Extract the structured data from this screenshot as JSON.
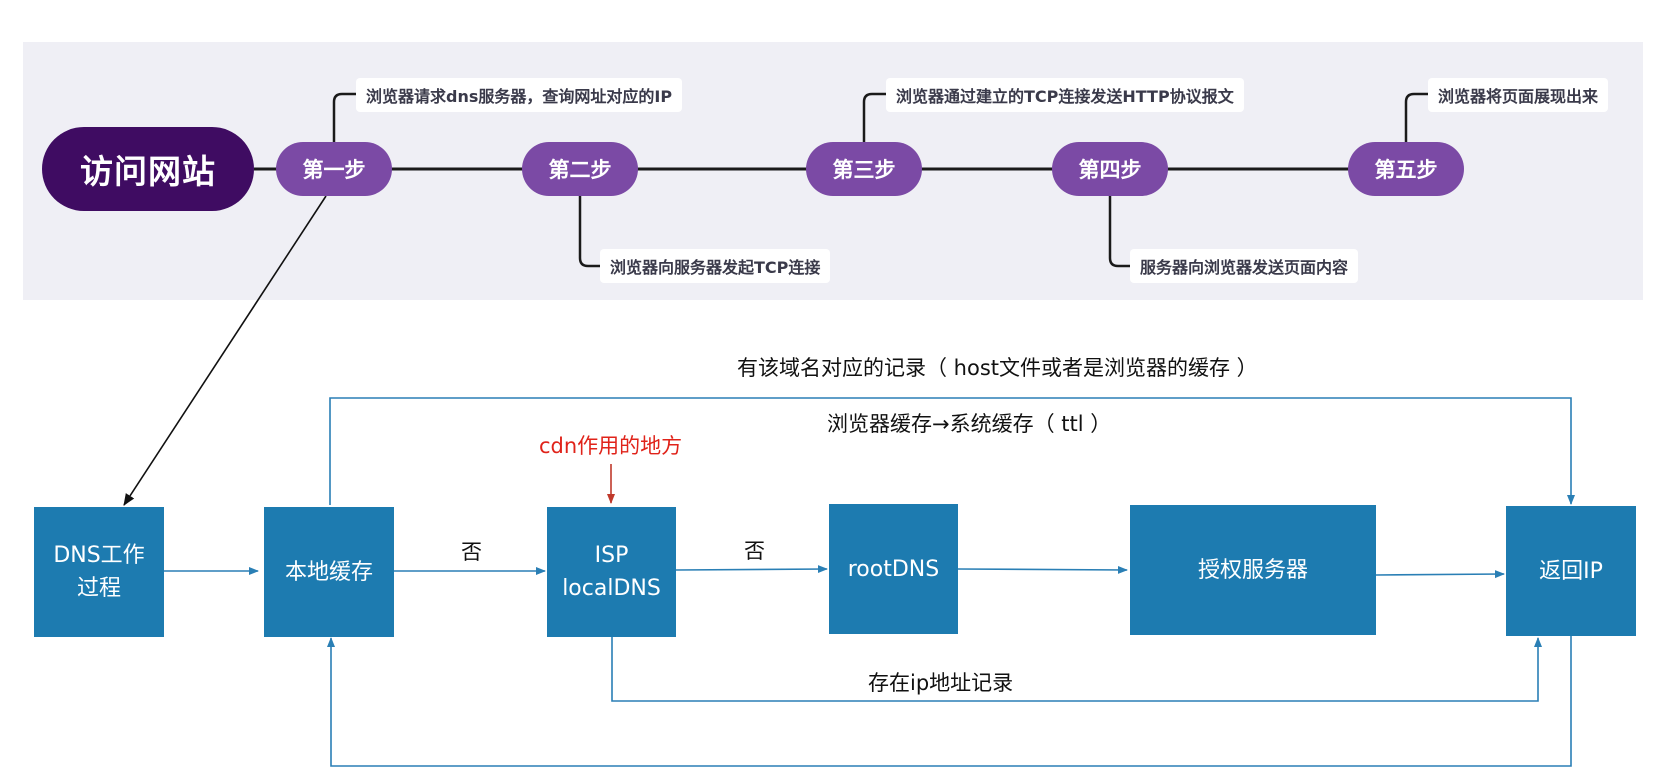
{
  "mindmap": {
    "root": "访问网站",
    "steps": [
      {
        "label": "第一步",
        "note": "浏览器请求dns服务器，查询网址对应的IP"
      },
      {
        "label": "第二步",
        "note": "浏览器向服务器发起TCP连接"
      },
      {
        "label": "第三步",
        "note": "浏览器通过建立的TCP连接发送HTTP协议报文"
      },
      {
        "label": "第四步",
        "note": "服务器向浏览器发送页面内容"
      },
      {
        "label": "第五步",
        "note": "浏览器将页面展现出来"
      }
    ]
  },
  "flow": {
    "nodes": {
      "dns_process": "DNS工作\n过程",
      "local_cache": "本地缓存",
      "isp_local_dns": "ISP\nlocalDNS",
      "root_dns": "rootDNS",
      "auth_server": "授权服务器",
      "return_ip": "返回IP"
    },
    "edge_labels": {
      "no_1": "否",
      "no_2": "否",
      "has_record": "有该域名对应的记录（ host文件或者是浏览器的缓存 ）",
      "cache_order": "浏览器缓存→系统缓存（ ttl ）",
      "cdn_note": "cdn作用的地方",
      "ip_record": "存在ip地址记录"
    }
  },
  "colors": {
    "panel_bg": "#efeff5",
    "root_node": "#3f0c62",
    "step_node": "#7b4aa5",
    "box": "#1d7bb0",
    "connector": "#2a7fb5",
    "cdn_text": "#e0231a"
  }
}
